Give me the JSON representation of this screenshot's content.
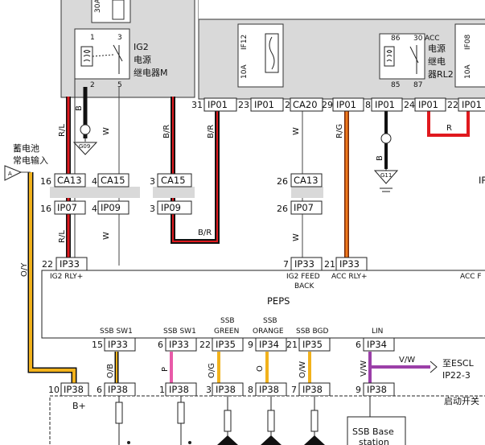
{
  "relays": {
    "ig2": {
      "fuse_label": "30A",
      "name_lines": [
        "IG2",
        "电源",
        "继电器M"
      ],
      "pins": [
        "1",
        "3",
        "2",
        "5"
      ]
    },
    "acc": {
      "fuse_label": "ACC",
      "name_lines": [
        "电源",
        "继电",
        "器RL2"
      ],
      "pins": [
        "86",
        "30",
        "85",
        "87"
      ]
    }
  },
  "fuses": {
    "if12": {
      "rating": "10A",
      "name": "IF12"
    },
    "if08": {
      "rating": "10A",
      "name": "IF08"
    }
  },
  "battery": {
    "label_lines": [
      "蓄电池",
      "常电输入"
    ],
    "marker": "A"
  },
  "grounds": {
    "g09": "G09",
    "g11": "G11"
  },
  "top_connectors": [
    {
      "pin": "31",
      "name": "IP01"
    },
    {
      "pin": "23",
      "name": "IP01"
    },
    {
      "pin": "2",
      "name": "CA20"
    },
    {
      "pin": "29",
      "name": "IP01"
    },
    {
      "pin": "8",
      "name": "IP01"
    },
    {
      "pin": "24",
      "name": "IP01"
    },
    {
      "pin": "22",
      "name": "IP01"
    }
  ],
  "mid_connectors": [
    {
      "pin": "16",
      "name": "CA13"
    },
    {
      "pin": "4",
      "name": "CA15"
    },
    {
      "pin": "3",
      "name": "CA15"
    },
    {
      "pin": "26",
      "name": "CA13"
    },
    {
      "pin": "16",
      "name": "IP07"
    },
    {
      "pin": "4",
      "name": "IP09"
    },
    {
      "pin": "3",
      "name": "IP09"
    },
    {
      "pin": "26",
      "name": "IP07"
    }
  ],
  "peps": {
    "title": "PEPS",
    "pins_top": [
      {
        "pin": "22",
        "name": "IP33"
      },
      {
        "pin": "7",
        "name": "IP33"
      },
      {
        "pin": "21",
        "name": "IP33"
      }
    ],
    "labels_top": [
      "IG2 RLY+",
      "IG2 FEED",
      "BACK",
      "ACC RLY+",
      "ACC F"
    ],
    "pins_bottom": [
      {
        "pin": "15",
        "name": "IP33",
        "label": "SSB SW1"
      },
      {
        "pin": "6",
        "name": "IP33",
        "label": "SSB SW1"
      },
      {
        "pin": "22",
        "name": "IP35",
        "label": "GREEN",
        "label_top": "SSB"
      },
      {
        "pin": "9",
        "name": "IP34",
        "label": "ORANGE",
        "label_top": "SSB"
      },
      {
        "pin": "21",
        "name": "IP35",
        "label": "SSB BGD"
      },
      {
        "pin": "6",
        "name": "IP34",
        "label": "LIN"
      }
    ]
  },
  "escl": {
    "label": "至ESCL",
    "connector": "IP22-3"
  },
  "bottom_connectors": [
    {
      "pin": "10",
      "name": "IP38"
    },
    {
      "pin": "6",
      "name": "IP38"
    },
    {
      "pin": "1",
      "name": "IP38"
    },
    {
      "pin": "3",
      "name": "IP38"
    },
    {
      "pin": "8",
      "name": "IP38"
    },
    {
      "pin": "7",
      "name": "IP38"
    },
    {
      "pin": "9",
      "name": "IP38"
    }
  ],
  "start_switch": {
    "title": "启动开关",
    "bplus": "B+",
    "ssb_base_lines": [
      "SSB Base",
      "station"
    ]
  },
  "wire_labels": {
    "rl": "R/L",
    "b": "B",
    "w": "W",
    "br": "B/R",
    "rg": "R/G",
    "r": "R",
    "oy": "O/Y",
    "ob": "O/B",
    "p": "P",
    "og": "O/G",
    "o": "O",
    "ow": "O/W",
    "vw": "V/W"
  },
  "colors": {
    "red": "#e0191e",
    "orange_yellow": "#f2b21c",
    "pink": "#e85aa8",
    "purple": "#9b3fa8",
    "orange": "#f07a1c",
    "grey_band": "#d9d9d9",
    "dark": "#111111"
  },
  "fragments": {
    "ip_edge": "IP"
  }
}
